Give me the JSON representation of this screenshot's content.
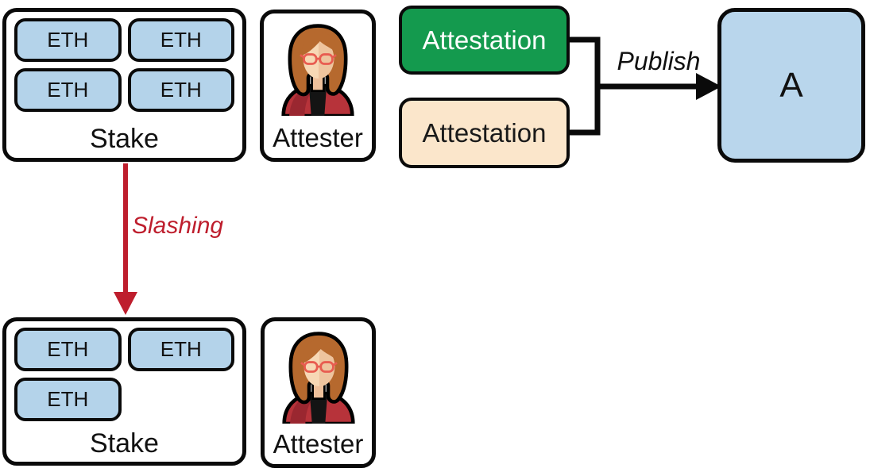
{
  "colors": {
    "token_blue": "#b4d3ea",
    "block_blue": "#b9d6ec",
    "attestation_green": "#149a4e",
    "attestation_green_text": "#ffffff",
    "attestation_tan": "#fbe6cb",
    "attestation_tan_text": "#1a1a1a",
    "slashing_red": "#be1e2d",
    "outline": "#0a0a0a"
  },
  "before": {
    "stake": {
      "label": "Stake",
      "tokens": [
        "ETH",
        "ETH",
        "ETH",
        "ETH"
      ]
    },
    "attester": {
      "label": "Attester"
    },
    "attestations": [
      {
        "label": "Attestation"
      },
      {
        "label": "Attestation"
      }
    ],
    "publish_label": "Publish",
    "block": {
      "label": "A"
    }
  },
  "transition": {
    "slashing_label": "Slashing"
  },
  "after": {
    "stake": {
      "label": "Stake",
      "tokens": [
        "ETH",
        "ETH",
        "ETH"
      ]
    },
    "attester": {
      "label": "Attester"
    }
  }
}
